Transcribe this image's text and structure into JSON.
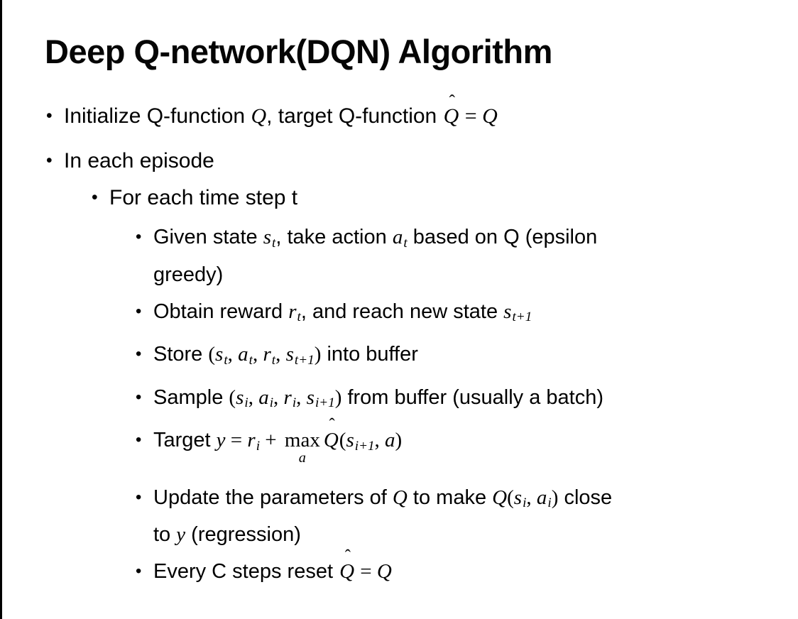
{
  "slide": {
    "title": "Deep Q-network(DQN) Algorithm",
    "background_color": "#ffffff",
    "border_color": "#000000",
    "text_color": "#000000",
    "bullet_char": "•"
  },
  "bullets": [
    {
      "level": 1,
      "gap": "lg",
      "runs": [
        {
          "t": "x",
          "v": "Initialize Q-function "
        },
        {
          "t": "m",
          "v": "Q"
        },
        {
          "t": "x",
          "v": ", target Q-function "
        },
        {
          "t": "h",
          "v": "Q"
        },
        {
          "t": "mp",
          "v": " = "
        },
        {
          "t": "m",
          "v": "Q"
        }
      ]
    },
    {
      "level": 1,
      "runs": [
        {
          "t": "x",
          "v": "In each episode"
        }
      ]
    },
    {
      "level": 2,
      "gap": "md",
      "runs": [
        {
          "t": "x",
          "v": "For each time step t"
        }
      ]
    },
    {
      "level": 3,
      "runs": [
        {
          "t": "x",
          "v": "Given state "
        },
        {
          "t": "ms",
          "b": "s",
          "s": "t"
        },
        {
          "t": "x",
          "v": ", take action "
        },
        {
          "t": "ms",
          "b": "a",
          "s": "t"
        },
        {
          "t": "x",
          "v": " based on Q (epsilon"
        },
        {
          "t": "br"
        },
        {
          "t": "x",
          "v": "greedy)"
        }
      ]
    },
    {
      "level": 3,
      "runs": [
        {
          "t": "x",
          "v": "Obtain reward "
        },
        {
          "t": "ms",
          "b": "r",
          "s": "t"
        },
        {
          "t": "x",
          "v": ", and reach new state "
        },
        {
          "t": "ms",
          "b": "s",
          "s": "t+1"
        }
      ]
    },
    {
      "level": 3,
      "runs": [
        {
          "t": "x",
          "v": "Store "
        },
        {
          "t": "mp",
          "v": "("
        },
        {
          "t": "ms",
          "b": "s",
          "s": "t"
        },
        {
          "t": "mp",
          "v": ", "
        },
        {
          "t": "ms",
          "b": "a",
          "s": "t"
        },
        {
          "t": "mp",
          "v": ", "
        },
        {
          "t": "ms",
          "b": "r",
          "s": "t"
        },
        {
          "t": "mp",
          "v": ", "
        },
        {
          "t": "ms",
          "b": "s",
          "s": "t+1"
        },
        {
          "t": "mp",
          "v": ")"
        },
        {
          "t": "x",
          "v": " into buffer"
        }
      ]
    },
    {
      "level": 3,
      "runs": [
        {
          "t": "x",
          "v": "Sample "
        },
        {
          "t": "mp",
          "v": "("
        },
        {
          "t": "ms",
          "b": "s",
          "s": "i"
        },
        {
          "t": "mp",
          "v": ", "
        },
        {
          "t": "ms",
          "b": "a",
          "s": "i"
        },
        {
          "t": "mp",
          "v": ", "
        },
        {
          "t": "ms",
          "b": "r",
          "s": "i"
        },
        {
          "t": "mp",
          "v": ", "
        },
        {
          "t": "ms",
          "b": "s",
          "s": "i+1"
        },
        {
          "t": "mp",
          "v": ")"
        },
        {
          "t": "x",
          "v": " from buffer (usually a batch)"
        }
      ]
    },
    {
      "level": 3,
      "extra_space": true,
      "runs": [
        {
          "t": "x",
          "v": "Target "
        },
        {
          "t": "m",
          "v": "y"
        },
        {
          "t": "mp",
          "v": " = "
        },
        {
          "t": "ms",
          "b": "r",
          "s": "i"
        },
        {
          "t": "mp",
          "v": " + "
        },
        {
          "t": "max",
          "v": "max",
          "under": "a"
        },
        {
          "t": "h",
          "v": "Q"
        },
        {
          "t": "mp",
          "v": "("
        },
        {
          "t": "ms",
          "b": "s",
          "s": "i+1"
        },
        {
          "t": "mp",
          "v": ", "
        },
        {
          "t": "m",
          "v": "a"
        },
        {
          "t": "mp",
          "v": ")"
        }
      ]
    },
    {
      "level": 3,
      "runs": [
        {
          "t": "x",
          "v": "Update the parameters of "
        },
        {
          "t": "m",
          "v": "Q"
        },
        {
          "t": "x",
          "v": " to make "
        },
        {
          "t": "m",
          "v": "Q"
        },
        {
          "t": "mp",
          "v": "("
        },
        {
          "t": "ms",
          "b": "s",
          "s": "i"
        },
        {
          "t": "mp",
          "v": ", "
        },
        {
          "t": "ms",
          "b": "a",
          "s": "i"
        },
        {
          "t": "mp",
          "v": ")"
        },
        {
          "t": "x",
          "v": " close"
        },
        {
          "t": "br"
        },
        {
          "t": "x",
          "v": "to "
        },
        {
          "t": "m",
          "v": "y"
        },
        {
          "t": "x",
          "v": " (regression)"
        }
      ]
    },
    {
      "level": 3,
      "runs": [
        {
          "t": "x",
          "v": "Every C steps reset "
        },
        {
          "t": "h",
          "v": "Q"
        },
        {
          "t": "mp",
          "v": " = "
        },
        {
          "t": "m",
          "v": "Q"
        }
      ]
    }
  ]
}
